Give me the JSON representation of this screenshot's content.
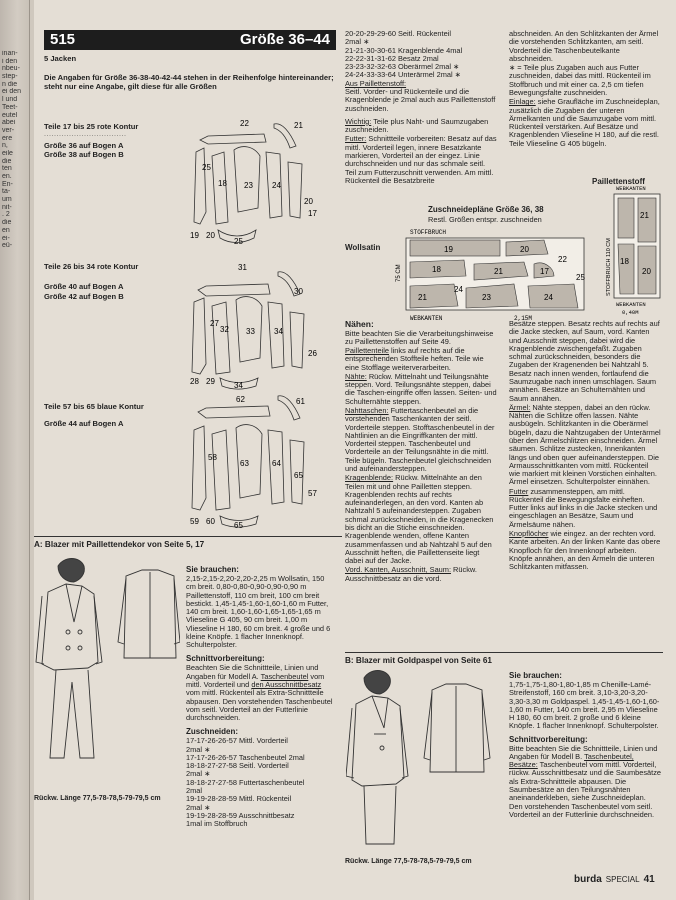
{
  "gutter_lines": [
    "inan-",
    "i den",
    "nbeu-",
    "step-",
    "",
    "n die",
    "ei den",
    "l und",
    "Teet-",
    "eutel",
    "",
    "abei",
    "ver-",
    "ere",
    "n,",
    "eile",
    "die",
    "ten",
    "en.",
    "En-",
    "ta-",
    "um",
    "nit-",
    ". 2",
    "die",
    "",
    "en",
    "",
    "ei-",
    "eü-"
  ],
  "header": {
    "number": "515",
    "title": "Größe 36–44"
  },
  "left": {
    "jacken": "5 Jacken",
    "intro": "Die Angaben für Größe 36-38-40-42-44 stehen in der Reihenfolge hintereinander; steht nur eine Angabe, gilt diese für alle Größen",
    "group1_title": "Teile 17 bis 25 rote Kontur",
    "group1_dots": "·································",
    "group1_lines": [
      "Größe 36 auf Bogen A",
      "Größe 38 auf Bogen B"
    ],
    "group2_title": "Teile 26 bis 34 rote Kontur",
    "group2_lines": [
      "Größe 40 auf Bogen A",
      "Größe 42 auf Bogen B"
    ],
    "group3_title": "Teile 57 bis 65 blaue Kontur",
    "group3_lines": [
      "Größe 44 auf Bogen A"
    ],
    "fig1_labels": [
      "22",
      "21",
      "25",
      "18",
      "23",
      "24",
      "20",
      "17",
      "19",
      "20",
      "25"
    ],
    "fig2_labels": [
      "31",
      "30",
      "27",
      "32",
      "33",
      "34",
      "26",
      "28",
      "29",
      "34"
    ],
    "fig3_labels": [
      "62",
      "61",
      "58",
      "63",
      "64",
      "65",
      "57",
      "59",
      "60",
      "65"
    ]
  },
  "a_blazer": {
    "title": "A: Blazer mit Paillettendekor von Seite 5, 17",
    "rueck": "Rückw. Länge 77,5-78-78,5-79-79,5 cm",
    "sie_brauchen_h": "Sie brauchen:",
    "sie_brauchen": "2,15-2,15-2,20-2,20-2,25 m Wollsatin, 150 cm breit. 0,80-0,80-0,90-0,90-0,90 m Paillettenstoff, 110 cm breit, 100 cm breit bestickt. 1,45-1,45-1,60-1,60-1,60 m Futter, 140 cm breit. 1,60-1,60-1,65-1,65-1,65 m Vlieseline G 405, 90 cm breit. 1,00 m Vlieseline H 180, 60 cm breit. 4 große und 6 kleine Knöpfe. 1 flacher Innenknopf. Schulterpolster.",
    "schnitt_h": "Schnittvorbereitung:",
    "schnitt": "Beachten Sie die Schnittteile, Linien und Angaben für Modell A.",
    "schnitt_u1": "Taschenbeutel",
    "schnitt_2": " vom mittl. Vorderteil und ",
    "schnitt_u2": "den Ausschnittbesatz",
    "schnitt_3": " vom mittl. Rückenteil als Extra-Schnittteile abpausen. Den vorstehenden Taschenbeutel vom seitl. Vorderteil an der Futterlinie durchschneiden.",
    "zu_h": "Zuschneiden:",
    "zu_lines": [
      "17-17-26-26-57 Mittl. Vorderteil",
      "2mal ∗",
      "17-17-26-26-57 Taschenbeutel 2mal",
      "18-18-27-27-58 Seitl. Vorderteil",
      "2mal ∗",
      "18-18-27-27-58 Futtertaschenbeutel",
      "2mal",
      "19-19-28-28-59 Mittl. Rückenteil",
      "2mal ∗",
      "19-19-28-28-59 Ausschnittbesatz",
      "1mal im Stoffbruch"
    ]
  },
  "mid": {
    "top_lines": [
      "20-20-29-29-60 Seitl. Rückenteil",
      "2mal ∗",
      "21-21-30-30-61 Kragenblende 4mal",
      "22-22-31-31-62 Besatz 2mal",
      "23-23-32-32-63 Oberärmel 2mal ∗",
      "24-24-33-33-64 Unterärmel 2mal ∗"
    ],
    "aus_pail": "Aus Paillettenstoff:",
    "aus_pail_text": "Seitl. Vorder- und Rückenteile und die Kragenblende je 2mal auch aus Paillettenstoff zuschneiden.",
    "wichtig_h": "Wichtig:",
    "wichtig": " Teile plus Naht- und Saumzugaben zuschneiden.",
    "futter_h": "Futter:",
    "futter": " Schnittteile vorbereiten: Besatz auf das mittl. Vorderteil legen, innere Besatzkante markieren, Vorderteil an der eingez. Linie durchschneiden und nur das schmale seitl. Teil zum Futterzuschnitt verwenden. Am mittl. Rückenteil die Besatzbreite",
    "right_top": "abschneiden. An den Schlitzkanten der Ärmel die vorstehenden Schlitzkanten, am seitl. Vorderteil die Taschenbeutelkante abschneiden.",
    "right_top2": "∗ = Teile plus Zugaben auch aus Futter zuschneiden, dabei das mittl. Rückenteil im Stoffbruch und mit einer ca. 2,5 cm tiefen Bewegungsfalte zuschneiden.",
    "einlage_h": "Einlage:",
    "einlage": " siehe Graufläche im Zuschneideplan, zusätzlich die Zugaben der unteren Ärmelkanten und die Saumzugabe vom mittl. Rückenteil verstärken. Auf Besätze und Kragenblenden Vlieseline H 180, auf die restl. Teile Vlieseline G 405 bügeln.",
    "plan_title": "Zuschneidepläne Größe 36, 38",
    "plan_sub": "Restl. Größen entspr. zuschneiden",
    "wollsatin": "Wollsatin",
    "stoffbruch": "STOFFBRUCH",
    "webkanten": "WEBKANTEN",
    "dim_w": "2,15M",
    "dim_h": "75 CM",
    "plan_labels": [
      "19",
      "20",
      "18",
      "21",
      "17",
      "22",
      "21",
      "23",
      "24",
      "25",
      "24"
    ],
    "pail_title": "Paillettenstoff",
    "pail_webkanten": "WEBKANTEN",
    "pail_stoffbruch": "STOFFBRUCH 110 CM",
    "pail_dim": "0,40M",
    "pail_labels": [
      "21",
      "18",
      "20"
    ]
  },
  "naehen": {
    "h": "Nähen:",
    "p1": "Bitte beachten Sie die Verarbeitungshinweise zu Paillettenstoffen auf Seite 49.",
    "p2_u": "Paillettenteile",
    "p2": " links auf rechts auf die entsprechenden Stoffteile heften. Teile wie eine Stofflage weiterverarbeiten.",
    "p3_u": "Nähte:",
    "p3": " Rückw. Mittelnaht und Teilungsnähte steppen. Vord. Teilungsnähte steppen, dabei die Taschen-eingriffe offen lassen. Seiten- und Schulternähte steppen.",
    "p4_u": "Nahttaschen:",
    "p4": " Futtertaschenbeutel an die vorstehenden Taschenkanten der seitl. Vorderteile steppen. Stofftaschenbeutel in der Nahtlinien an die Eingriffkanten der mittl. Vorderteil steppen. Taschenbeutel und Vorderteile an der Teilungsnähte in die mittl. Teile bügeln. Taschenbeutel gleichschneiden und aufeinandersteppen.",
    "p5_u": "Kragenblende:",
    "p5": " Rückw. Mittelnähte an den Teilen mit und ohne Pailletten steppen. Kragenblenden rechts auf rechts aufeinanderlegen, an den vord. Kanten ab Nahtzahl 5 aufeinandersteppen. Zugaben schmal zurückschneiden, in die Kragenecken bis dicht an die Stiche einschneiden. Kragenblende wenden, offene Kanten zusammenfassen und ab Nahtzahl 5 auf den Ausschnitt heften, die Paillettenseite liegt dabei auf der Jacke.",
    "p6_u": "Vord. Kanten, Ausschnitt, Saum:",
    "p6": " Rückw. Ausschnittbesatz an die vord.",
    "r1": "Besätze steppen. Besatz rechts auf rechts auf die Jacke stecken, auf Saum, vord. Kanten und Ausschnitt steppen, dabei wird die Kragenblende zwischengefaßt. Zugaben schmal zurückschneiden, besonders die Zugaben der Kragenenden bei Nahtzahl 5. Besatz nach innen wenden, fortlaufend die Saumzugabe nach innen umschlagen. Saum annähen. Besätze an Schulternähten und Saum annähen.",
    "r2_u": "Ärmel:",
    "r2": " Nähte steppen, dabei an den rückw. Nähten die Schlitze offen lassen. Nähte ausbügeln. Schlitzkanten in die Oberärmel bügeln, dazu die Nahtzugaben der Unterärmel über den Ärmelschlitzen einschneiden. Ärmel säumen. Schlitze zustecken, Innenkanten längs und oben quer aufeinandersteppen. Die Armausschnittkanten vom mittl. Rückenteil wie markiert mit kleinen Vorstichen einhalten. Ärmel einsetzen. Schulterpolster einnähen.",
    "r3_u": "Futter",
    "r3": " zusammensteppen, am mittl. Rückenteil die Bewegungsfalte einheften. Futter links auf links in die Jacke stecken und eingeschlagen an Besätze, Saum und Ärmelsäume nähen.",
    "r4_u": "Knopflöcher",
    "r4": " wie eingez. an der rechten vord. Kante arbeiten. An der linken Kante das obere Knopfloch für den Innenknopf arbeiten. Knöpfe annähen, an den Ärmeln die unteren Schlitzkanten mitfassen."
  },
  "b_blazer": {
    "title": "B: Blazer mit Goldpaspel von Seite 61",
    "rueck": "Rückw. Länge 77,5-78-78,5-79-79,5 cm",
    "sie_brauchen_h": "Sie brauchen:",
    "sie_brauchen": "1,75-1,75-1,80-1,80-1,85 m Chenille-Lamé-Streifenstoff, 160 cm breit. 3,10-3,20-3,20-3,30-3,30 m Goldpaspel. 1,45-1,45-1,60-1,60-1,60 m Futter, 140 cm breit. 2,95 m Vlieseline H 180, 60 cm breit. 2 große und 6 kleine Knöpfe. 1 flacher Innenknopf. Schulterpolster.",
    "schnitt_h": "Schnittvorbereitung:",
    "schnitt": "Bitte beachten Sie die Schnittteile, Linien und Angaben für Modell B.",
    "schnitt_u": "Taschenbeutel, Besätze:",
    "schnitt_2": " Taschenbeutel vom mittl. Vorderteil, rückw. Ausschnittbesatz und die Saumbesätze als Extra-Schnittteile abpausen. Die Saumbesätze an den Teilungsnähten aneinanderkleben, siehe Zuschneideplan. Den vorstehenden Taschenbeutel vom seitl. Vorderteil an der Futterlinie durchschneiden."
  },
  "footer": {
    "brand": "burda",
    "special": "SPECIAL",
    "page": "41"
  }
}
